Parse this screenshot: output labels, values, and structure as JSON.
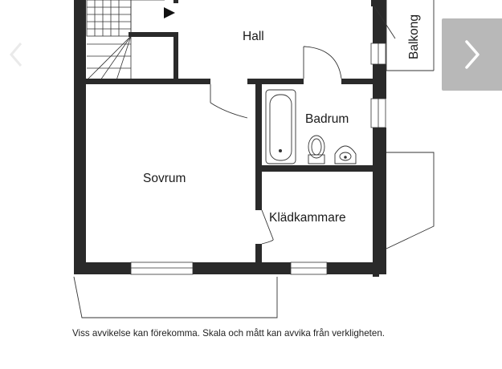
{
  "gallery": {
    "next_icon": "chevron-right-icon",
    "prev_icon": "chevron-left-icon"
  },
  "floorplan": {
    "rooms": {
      "hall": "Hall",
      "badrum": "Badrum",
      "balkong": "Balkong",
      "sovrum": "Sovrum",
      "kladkammare": "Klädkammare"
    },
    "caption": "Viss avvikelse kan förekomma. Skala och mått kan avvika från verkligheten."
  }
}
